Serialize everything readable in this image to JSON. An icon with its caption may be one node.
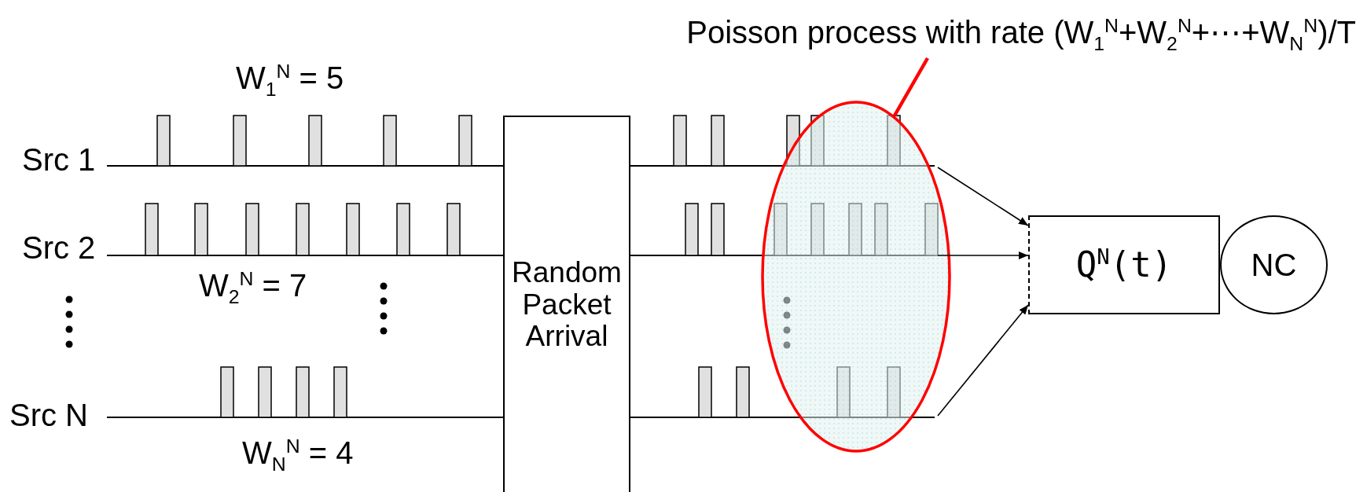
{
  "diagram": {
    "nodes": [
      {
        "text": [
          "Poisson process with rate (W$_{1}$$^{N}$+W$_{2}$$^{N}$+⋯+W$_{N}$$^{N}$)/T"
        ]
      },
      {
        "text": [],
        "shape": "ellipse"
      },
      {
        "text": [
          "Random Packet Arrival"
        ]
      },
      {
        "text": [
          "Q$^{N}$(t)"
        ]
      },
      {
        "text": [
          "NC"
        ]
      }
    ],
    "edges": [
      {
        "from": 0,
        "to": 1,
        "arrow": "none",
        "style": "thick",
        "color": "#ff0000"
      },
      {
        "from": 1,
        "to": 3,
        "arrow": "to"
      },
      {
        "from": 1,
        "to": 3,
        "arrow": "to"
      },
      {
        "from": 1,
        "to": 3,
        "arrow": "to"
      }
    ],
    "labels": [
      "W$_{1}$$^{N}$ = 5",
      "Src 1",
      "Src 2",
      "W$_{2}$$^{N}$ = 7",
      "Src N",
      "W$_{N}$$^{N}$ = 4"
    ]
  }
}
